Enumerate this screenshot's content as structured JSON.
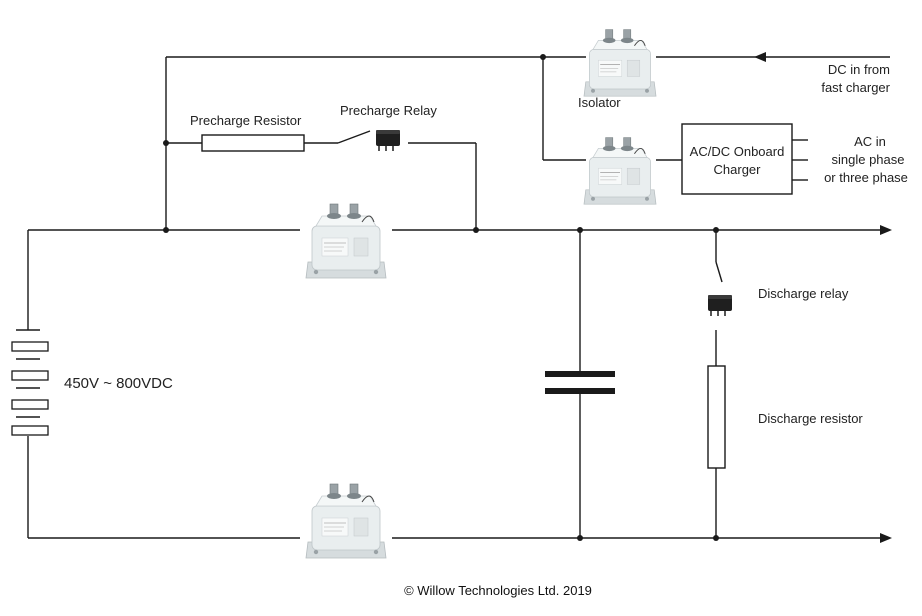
{
  "labels": {
    "precharge_resistor": "Precharge Resistor",
    "precharge_relay": "Precharge Relay",
    "isolator": "Isolator",
    "dc_in_line1": "DC in from",
    "dc_in_line2": "fast charger",
    "charger_line1": "AC/DC Onboard",
    "charger_line2": "Charger",
    "ac_in_line1": "AC in",
    "ac_in_line2": "single phase",
    "ac_in_line3": "or three phase",
    "discharge_relay": "Discharge relay",
    "discharge_resistor": "Discharge resistor",
    "battery_voltage": "450V ~ 800VDC",
    "copyright": "©  Willow Technologies Ltd. 2019"
  },
  "colors": {
    "wire": "#1a1a1a",
    "contactor_body": "#e4e9ea",
    "relay_body": "#222222"
  },
  "icons": {
    "contactor": "contactor-icon",
    "relay": "relay-icon",
    "battery": "battery-icon",
    "capacitor": "capacitor-icon",
    "resistor": "resistor-icon",
    "arrow": "arrow-icon"
  }
}
